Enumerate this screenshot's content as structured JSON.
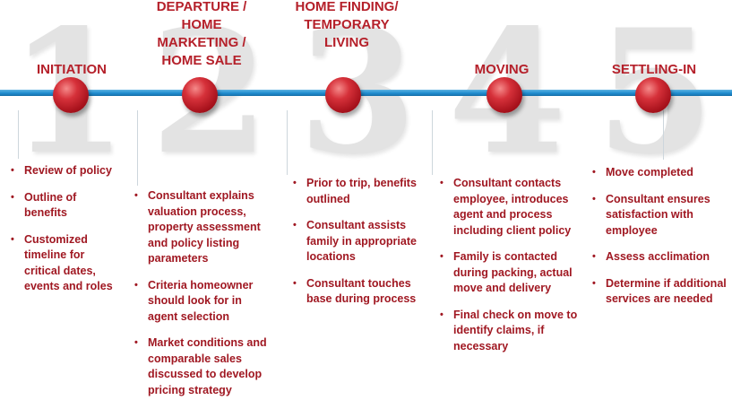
{
  "phases": [
    {
      "number": "1",
      "title": "INITIATION",
      "bullets": [
        "Review of policy",
        "Outline of benefits",
        "Customized timeline for critical dates, events and roles"
      ]
    },
    {
      "number": "2",
      "title": "DEPARTURE / HOME MARKETING / HOME SALE",
      "bullets": [
        "Consultant explains valuation process, property assessment and policy listing parameters",
        "Criteria homeowner should look for in agent selection",
        "Market conditions and comparable sales discussed  to develop pricing strategy"
      ]
    },
    {
      "number": "3",
      "title": "HOME FINDING/ TEMPORARY LIVING",
      "bullets": [
        "Prior to trip, benefits outlined",
        "Consultant assists family in appropriate locations",
        "Consultant touches base during process"
      ]
    },
    {
      "number": "4",
      "title": "MOVING",
      "bullets": [
        "Consultant contacts employee, introduces agent and process including client policy",
        "Family is contacted during packing, actual move and delivery",
        "Final check on move to identify claims, if necessary"
      ]
    },
    {
      "number": "5",
      "title": "SETTLING-IN",
      "bullets": [
        "Move completed",
        "Consultant ensures satisfaction with employee",
        "Assess acclimation",
        "Determine if additional services are needed"
      ]
    }
  ],
  "colors": {
    "accent": "#b5202a",
    "timeline": "#1f8ccf",
    "number": "#e3e3e3"
  }
}
